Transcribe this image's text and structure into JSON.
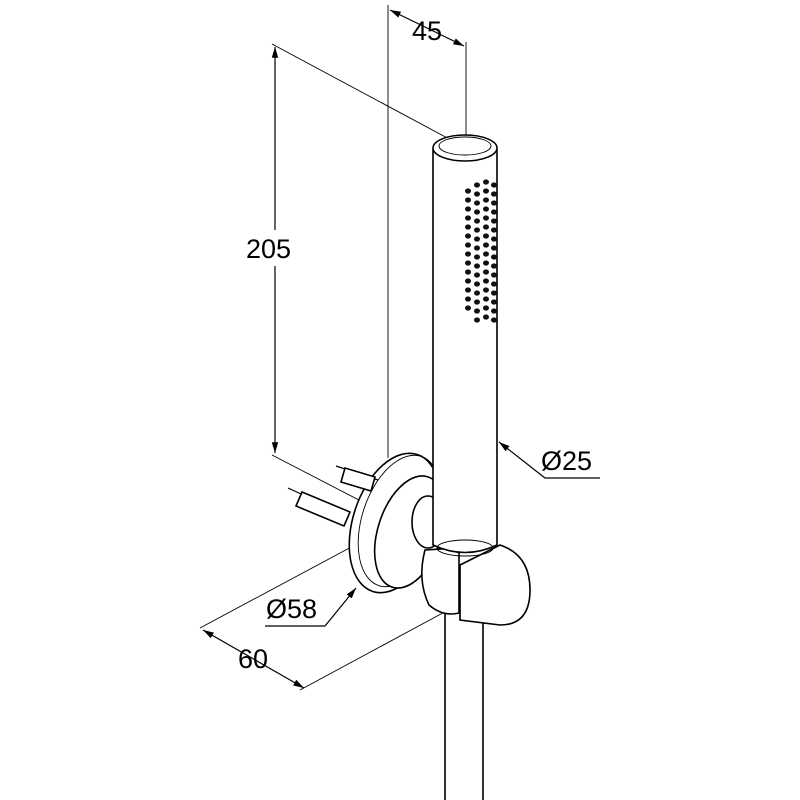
{
  "dimensions": {
    "width_offset": "45",
    "height": "205",
    "handset_diameter": "Ø25",
    "flange_diameter": "Ø58",
    "depth": "60"
  }
}
